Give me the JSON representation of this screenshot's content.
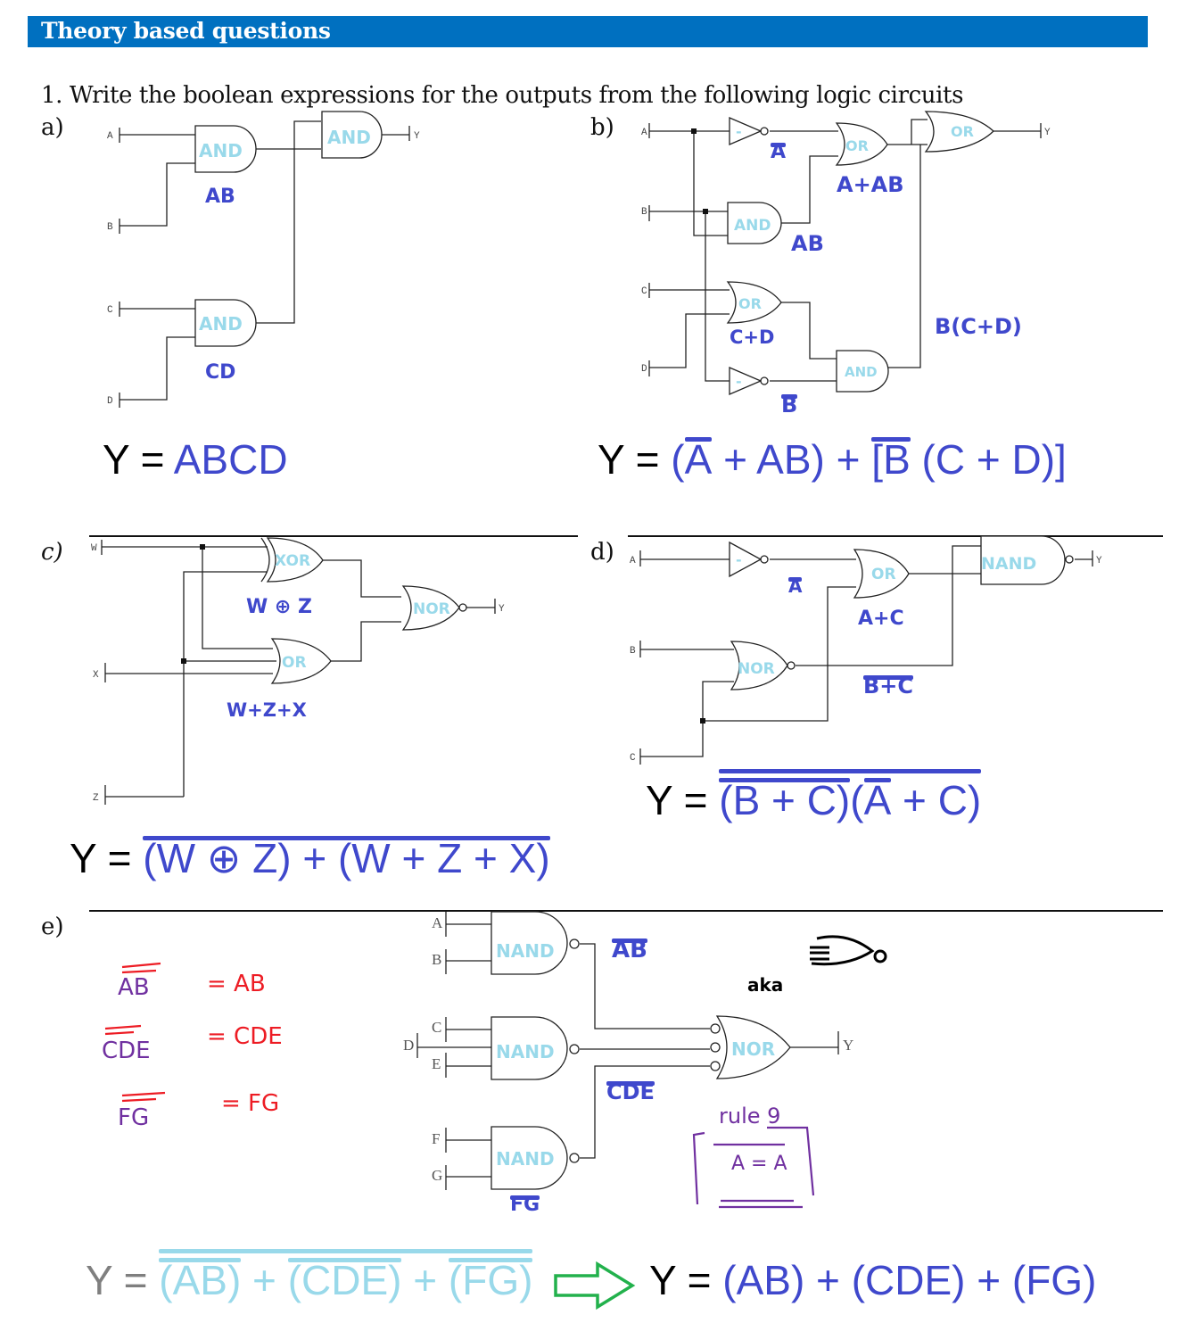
{
  "header": {
    "title": "Theory based questions"
  },
  "question": {
    "text": "1.  Write the boolean expressions for the outputs from the following logic circuits"
  },
  "colors": {
    "header_bar": "#0070c0",
    "annotation_blue": "#3f48cc",
    "gate_label_cyan": "#99d9ea",
    "red": "#ed1c24",
    "purple": "#7030a0",
    "arrow_green": "#22b14c"
  },
  "parts": {
    "a": {
      "label": "a)",
      "inputs": [
        "A",
        "B",
        "C",
        "D"
      ],
      "output": "Y",
      "gates": [
        "AND",
        "AND",
        "AND"
      ],
      "notes": [
        "AB",
        "CD"
      ],
      "answer_prefix": "Y = ",
      "answer": "ABCD"
    },
    "b": {
      "label": "b)",
      "inputs": [
        "A",
        "B",
        "C",
        "D"
      ],
      "output": "Y",
      "gates": [
        "-",
        "OR",
        "AND",
        "OR",
        "AND",
        "-",
        "OR"
      ],
      "notes": [
        "A",
        "A+AB",
        "AB",
        "C+D",
        "B(C+D)",
        "B"
      ],
      "answer_prefix": "Y = ",
      "answer_parts": [
        "(",
        "A",
        " + AB) + ",
        "[",
        "B",
        " (C + D)]"
      ]
    },
    "c": {
      "label": "c)",
      "inputs": [
        "W",
        "X",
        "Z"
      ],
      "output": "Y",
      "gates": [
        "XOR",
        "OR",
        "NOR"
      ],
      "notes": [
        "W ⊕ Z",
        "W+Z+X"
      ],
      "answer_prefix": "Y = ",
      "answer": "(W ⊕ Z) + (W + Z + X)"
    },
    "d": {
      "label": "d)",
      "inputs": [
        "A",
        "B",
        "C"
      ],
      "output": "Y",
      "gates": [
        "-",
        "OR",
        "NOR",
        "NAND"
      ],
      "notes": [
        "A",
        "A+C",
        "B+C"
      ],
      "answer_prefix": "Y = ",
      "answer_parts": [
        "(B + C)",
        "(",
        "A",
        " + C)"
      ]
    },
    "e": {
      "label": "e)",
      "inputs": [
        "A",
        "B",
        "C",
        "D",
        "E",
        "F",
        "G"
      ],
      "output": "Y",
      "gates": [
        "NAND",
        "NAND",
        "NAND",
        "NOR"
      ],
      "notes": [
        "AB",
        "CDE",
        "FG"
      ],
      "aka": "aka",
      "rule_title": "rule 9",
      "rule_body": "A = A",
      "identities": [
        {
          "lhs": "AB",
          "rhs": "= AB"
        },
        {
          "lhs": "CDE",
          "rhs": "= CDE"
        },
        {
          "lhs": "FG",
          "rhs": "= FG"
        }
      ],
      "answer_prefix": "Y = ",
      "answer_left_terms": [
        "(AB)",
        "(CDE)",
        "(FG)"
      ],
      "plus": " + ",
      "answer_right": "(AB) + (CDE) + (FG)"
    }
  }
}
